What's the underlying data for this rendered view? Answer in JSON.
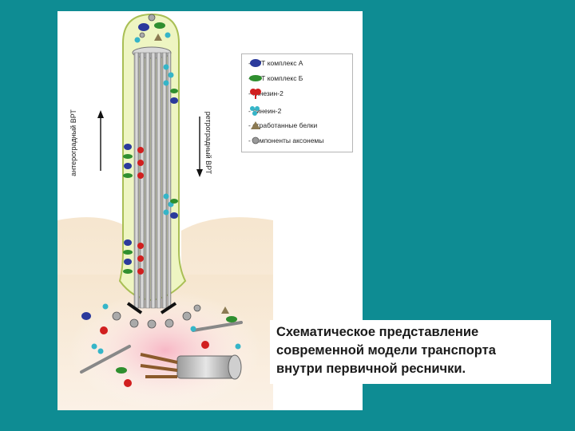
{
  "labels": {
    "anterograde": "антероградный ВРТ",
    "retrograde": "ретроградный ВРТ"
  },
  "legend": {
    "items": [
      {
        "icon": "ift-complex-a-icon",
        "label": "- ВРТ комплекс А",
        "color": "#2b3a9c"
      },
      {
        "icon": "ift-complex-b-icon",
        "label": "- ВРТ комплекс Б",
        "color": "#2f8f2f"
      },
      {
        "icon": "kinesin-2-icon",
        "label": "- кинезин-2",
        "color": "#d11f1f"
      },
      {
        "icon": "dynein-2-icon",
        "label": "- динеин-2",
        "color": "#35b5c8"
      },
      {
        "icon": "turnover-protein-icon",
        "label": "- отработанные белки",
        "color": "#8b7a52"
      },
      {
        "icon": "axoneme-component-icon",
        "label": "- компоненты аксонемы",
        "color": "#8a8a8a"
      }
    ]
  },
  "caption": {
    "lines": [
      "Схематическое представление",
      "современной модели транспорта",
      "внутри первичной реснички."
    ]
  }
}
